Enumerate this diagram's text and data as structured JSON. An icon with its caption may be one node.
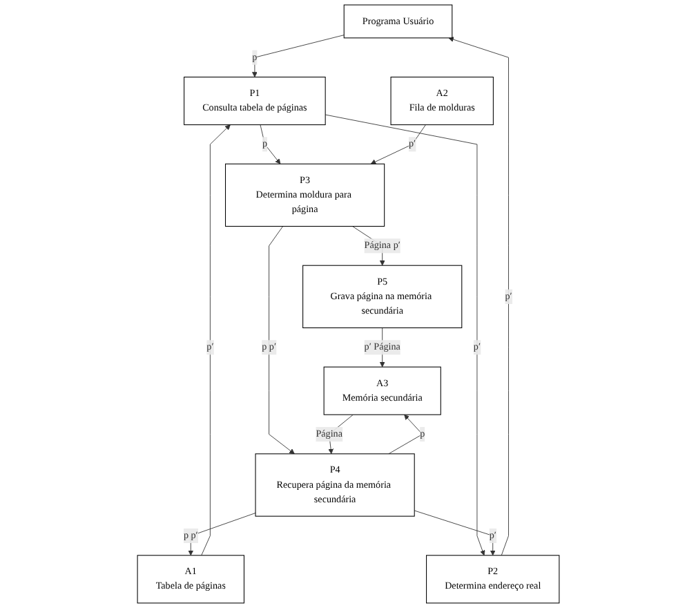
{
  "diagram": {
    "nodes": [
      {
        "text": [
          "Programa Usuário"
        ]
      },
      {
        "text": [
          "P1",
          "Consulta tabela de páginas"
        ]
      },
      {
        "text": [
          "P3",
          "Determina moldura para página"
        ]
      },
      {
        "text": [
          "A2",
          "Fila de molduras"
        ]
      },
      {
        "text": [
          "P5",
          "Grava página na memória secundária"
        ]
      },
      {
        "text": [
          "A1",
          "Tabela de páginas"
        ]
      },
      {
        "text": [
          "A3",
          "Memória secundária"
        ]
      },
      {
        "text": [
          "P2",
          "Determina endereço real"
        ]
      },
      {
        "text": [
          "P4",
          "Recupera página da memória secundária"
        ]
      }
    ],
    "edges": [
      {
        "from": 0,
        "to": 1,
        "arrow": "to",
        "label": "p"
      },
      {
        "from": 1,
        "to": 2,
        "arrow": "to",
        "label": "p"
      },
      {
        "from": 3,
        "to": 2,
        "arrow": "to",
        "label": "p′"
      },
      {
        "from": 2,
        "to": 4,
        "arrow": "to",
        "label": "Página p′"
      },
      {
        "from": 1,
        "to": 7,
        "arrow": "to",
        "label": "p′"
      },
      {
        "from": 5,
        "to": 1,
        "arrow": "to",
        "label": "p′"
      },
      {
        "from": 2,
        "to": 8,
        "arrow": "to",
        "label": "p p′"
      },
      {
        "from": 8,
        "to": 5,
        "arrow": "to",
        "label": "p p′"
      },
      {
        "from": 8,
        "to": 7,
        "arrow": "to",
        "label": "p′"
      },
      {
        "from": 7,
        "to": 0,
        "arrow": "to",
        "label": "p′"
      },
      {
        "from": 4,
        "to": 6,
        "arrow": "to",
        "label": "p′ Página"
      },
      {
        "from": 8,
        "to": 6,
        "arrow": "to",
        "label": "p"
      },
      {
        "from": 6,
        "to": 8,
        "arrow": "to",
        "label": "Página"
      }
    ]
  }
}
